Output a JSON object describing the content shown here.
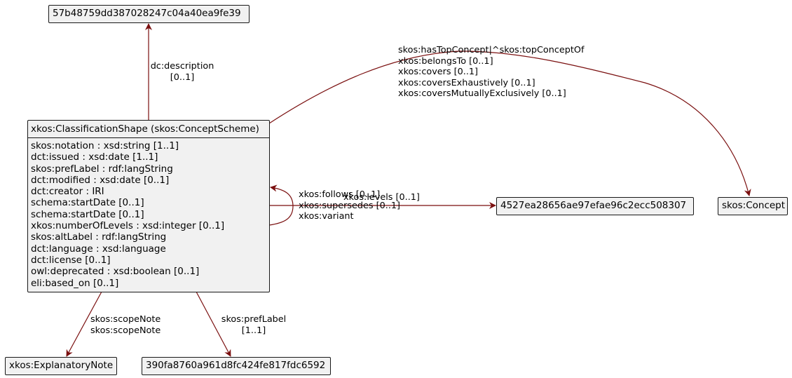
{
  "nodes": {
    "hash_top": "57b48759dd387028247c04a40ea9fe39",
    "class_box": {
      "title": "xkos:ClassificationShape (skos:ConceptScheme)",
      "properties": [
        "skos:notation  : xsd:string  [1..1]",
        "dct:issued  : xsd:date  [1..1]",
        "skos:prefLabel  : rdf:langString",
        "dct:modified  : xsd:date  [0..1]",
        "dct:creator  :  IRI",
        "schema:startDate  [0..1]",
        "schema:startDate  [0..1]",
        "xkos:numberOfLevels  : xsd:integer  [0..1]",
        "skos:altLabel  : rdf:langString",
        "dct:language  : xsd:language",
        "dct:license  [0..1]",
        "owl:deprecated  : xsd:boolean  [0..1]",
        "eli:based_on  [0..1]"
      ]
    },
    "hash_levels": "4527ea28656ae97efae96c2ecc508307",
    "skos_concept": "skos:Concept",
    "explanatory_note": "xkos:ExplanatoryNote",
    "hash_preflabel": "390fa8760a961d8fc424fe817fdc6592"
  },
  "edges": {
    "description": [
      "dc:description",
      "[0..1]"
    ],
    "top_concept": [
      "skos:hasTopConcept|^skos:topConceptOf",
      "xkos:belongsTo [0..1]",
      "xkos:covers [0..1]",
      "xkos:coversExhaustively [0..1]",
      "xkos:coversMutuallyExclusively [0..1]"
    ],
    "self_loop": [
      "xkos:follows [0..1]",
      "xkos:supersedes [0..1]",
      "xkos:variant"
    ],
    "levels": "xkos:levels [0..1]",
    "scope_note": [
      "skos:scopeNote",
      "skos:scopeNote"
    ],
    "pref_label": [
      "skos:prefLabel",
      "[1..1]"
    ]
  },
  "colors": {
    "edge": "#7a0f0f",
    "node_fill": "#f1f1f1",
    "node_border": "#181818"
  }
}
